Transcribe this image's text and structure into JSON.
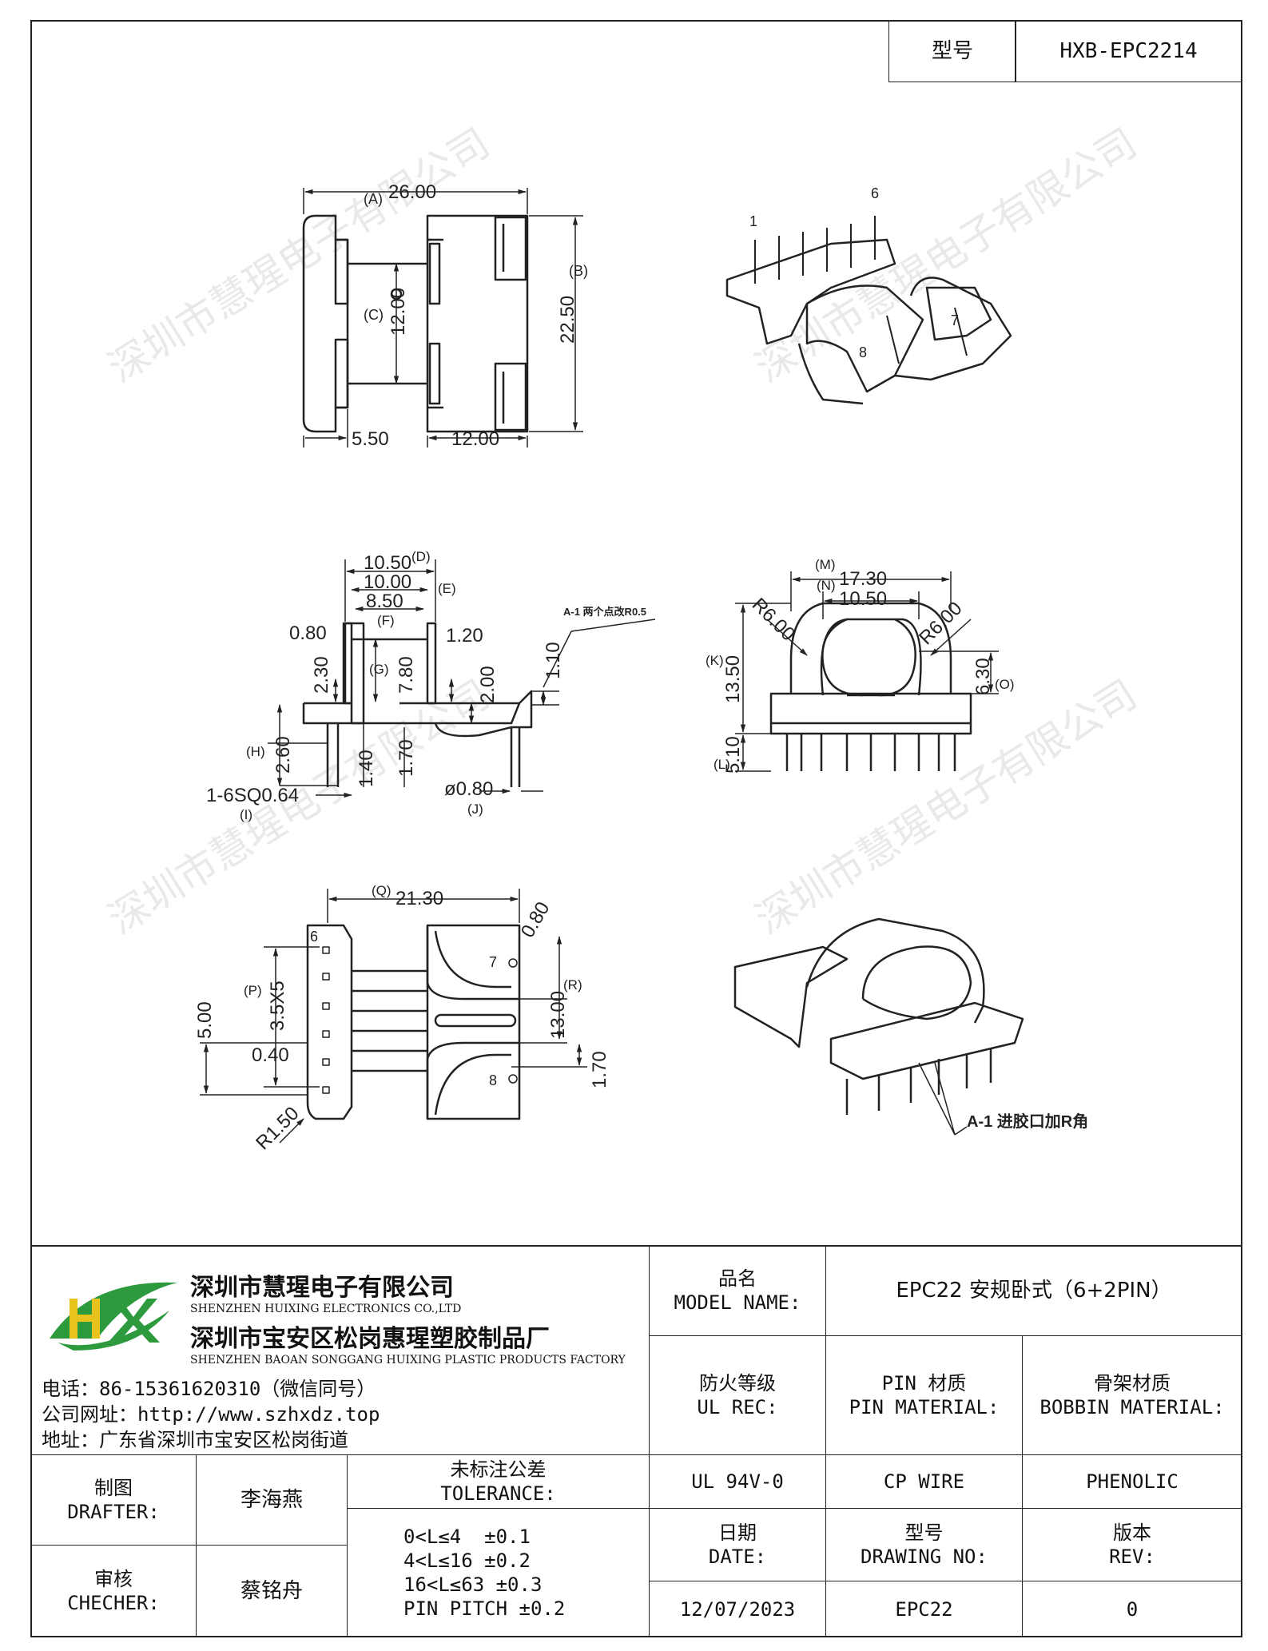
{
  "header": {
    "model_label": "型号",
    "model_value": "HXB-EPC2214"
  },
  "watermark": "深圳市慧瑆电子有限公司",
  "drawing": {
    "top_left": {
      "dims": [
        "26.00",
        "22.50",
        "12.00",
        "5.50",
        "12.00"
      ],
      "refs": [
        "(A)",
        "(B)",
        "(C)"
      ]
    },
    "top_right": {
      "pins": [
        "1",
        "6",
        "7",
        "8"
      ]
    },
    "mid_left": {
      "dims": [
        "10.50",
        "10.00",
        "8.50",
        "0.80",
        "1.20",
        "2.30",
        "7.80",
        "2.00",
        "1.10",
        "2.60",
        "1.40",
        "1.70",
        "1-6SQ0.64",
        "ø0.80"
      ],
      "refs": [
        "(D)",
        "(E)",
        "(F)",
        "(G)",
        "(H)",
        "(I)",
        "(J)"
      ],
      "note": "A-1 两个点改R0.5"
    },
    "mid_right": {
      "dims": [
        "17.30",
        "10.50",
        "R6.00",
        "R6.00",
        "13.50",
        "6.30",
        "5.10"
      ],
      "refs": [
        "(M)",
        "(N)",
        "(K)",
        "(O)",
        "(L)"
      ]
    },
    "bottom_left": {
      "dims": [
        "21.30",
        "0.80",
        "13.00",
        "1.70",
        "3.5X5",
        "5.00",
        "0.40",
        "R1.50"
      ],
      "refs": [
        "(Q)",
        "(R)",
        "(P)"
      ],
      "pins": [
        "6",
        "7",
        "8"
      ]
    },
    "bottom_right": {
      "note": "A-1 进胶口加R角"
    }
  },
  "company": {
    "name_cn": "深圳市慧瑆电子有限公司",
    "name_en": "SHENZHEN HUIXING ELECTRONICS CO.,LTD",
    "factory_cn": "深圳市宝安区松岗惠瑆塑胶制品厂",
    "factory_en": "SHENZHEN BAOAN SONGGANG HUIXING PLASTIC PRODUCTS FACTORY",
    "phone": "电话：86-15361620310（微信同号）",
    "website": "公司网址：http://www.szhxdz.top",
    "address": "地址：广东省深圳市宝安区松岗街道",
    "logo_letters": "HX",
    "colors": {
      "green": "#2e9a3e",
      "yellow": "#e8c21d"
    }
  },
  "title_block": {
    "model_name_label_cn": "品名",
    "model_name_label_en": "MODEL NAME:",
    "model_name_value": "EPC22 安规卧式（6+2PIN）",
    "ul_label_cn": "防火等级",
    "ul_label_en": "UL REC:",
    "pin_label_cn": "PIN 材质",
    "pin_label_en": "PIN MATERIAL:",
    "bobbin_label_cn": "骨架材质",
    "bobbin_label_en": "BOBBIN MATERIAL:",
    "ul_value": "UL 94V-0",
    "pin_value": "CP WIRE",
    "bobbin_value": "PHENOLIC",
    "drafter_cn": "制图",
    "drafter_en": "DRAFTER:",
    "drafter_name": "李海燕",
    "checker_cn": "审核",
    "checker_en": "CHECHER:",
    "checker_name": "蔡铭舟",
    "tolerance_cn": "未标注公差",
    "tolerance_en": "TOLERANCE:",
    "tolerances": [
      "0<L≤4  ±0.1",
      "4<L≤16 ±0.2",
      "16<L≤63 ±0.3",
      "PIN PITCH ±0.2"
    ],
    "date_cn": "日期",
    "date_en": "DATE:",
    "drawing_no_cn": "型号",
    "drawing_no_en": "DRAWING NO:",
    "rev_cn": "版本",
    "rev_en": "REV:",
    "date_value": "12/07/2023",
    "drawing_no_value": "EPC22",
    "rev_value": "0"
  }
}
